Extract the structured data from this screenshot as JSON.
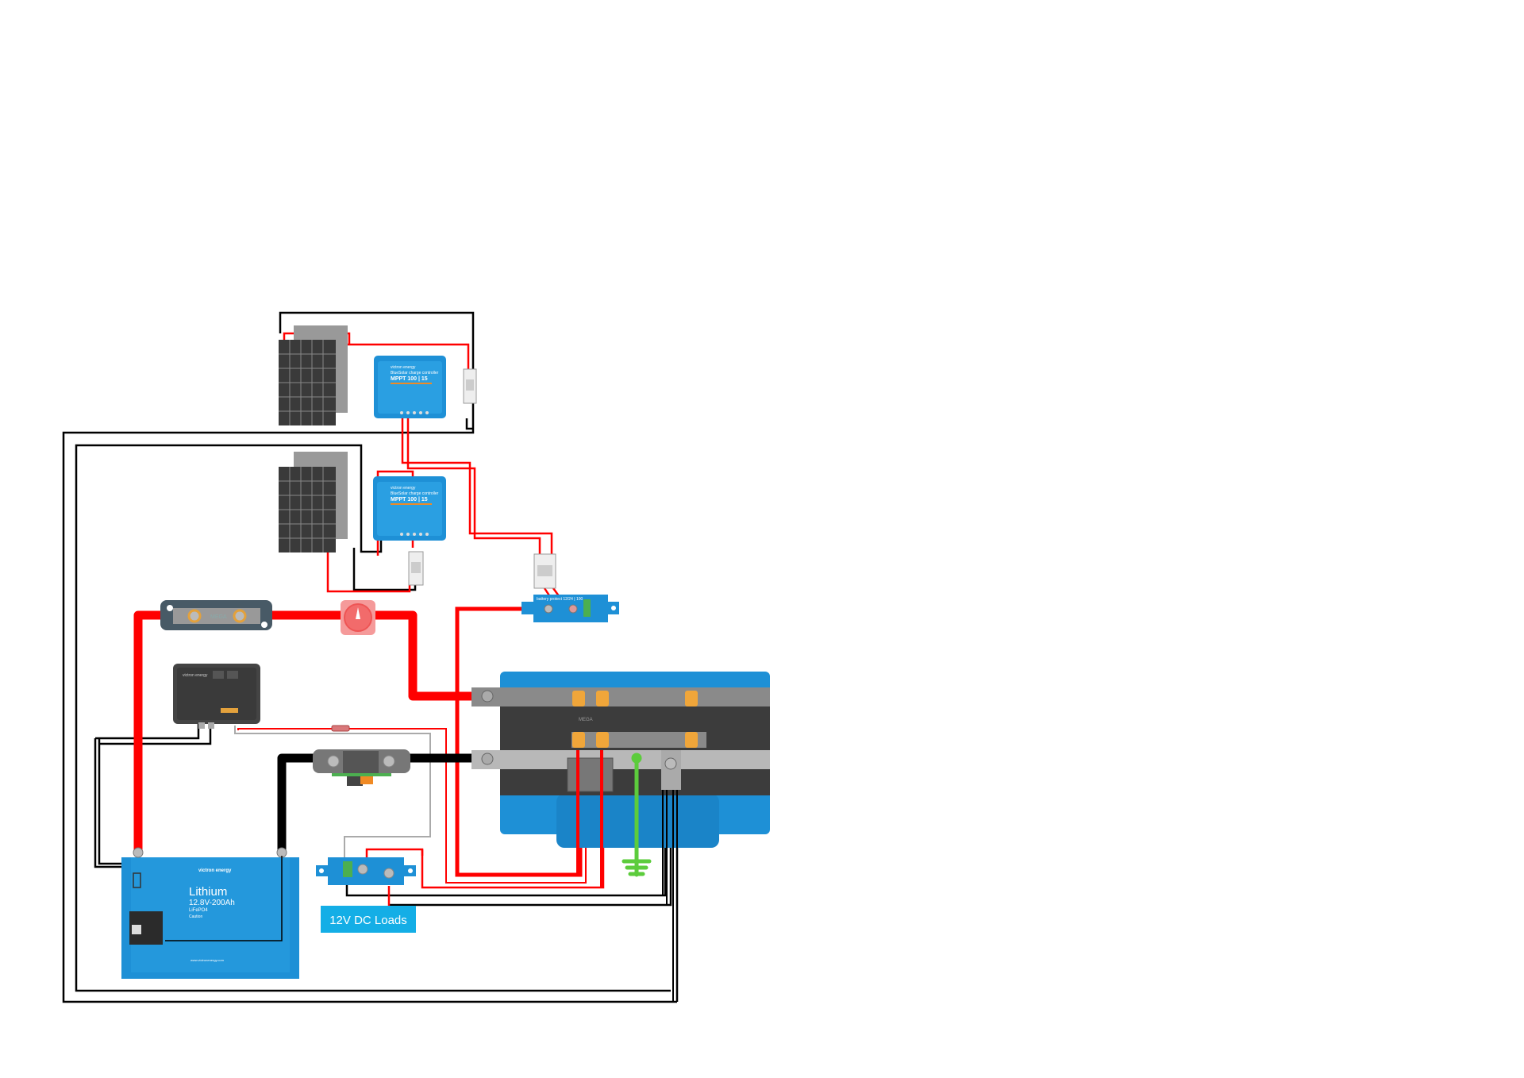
{
  "colors": {
    "positive_wire": "#ff0000",
    "negative_wire": "#000000",
    "ground_wire": "#5ccc3c",
    "victron_blue": "#1e90d6",
    "loads_label_bg": "#14aee6"
  },
  "mppt_1": {
    "brand": "victron energy",
    "subtitle": "BlueSolar charge controller",
    "model": "MPPT 100 | 15"
  },
  "mppt_2": {
    "brand": "victron energy",
    "subtitle": "BlueSolar charge controller",
    "model": "MPPT 100 | 15"
  },
  "battery_protect": {
    "label": "battery protect 12/24 | 100"
  },
  "mega_fuse": {
    "label": "MEGA"
  },
  "inverter": {
    "fuse_label": "MEGA"
  },
  "bms": {
    "brand": "victron energy"
  },
  "battery": {
    "brand": "victron energy",
    "title": "Lithium",
    "spec": "12.8V-200Ah",
    "chemistry": "LiFePO4",
    "caution": "Caution",
    "website": "www.victronenergy.com"
  },
  "dc_loads": {
    "label": "12V DC Loads"
  }
}
